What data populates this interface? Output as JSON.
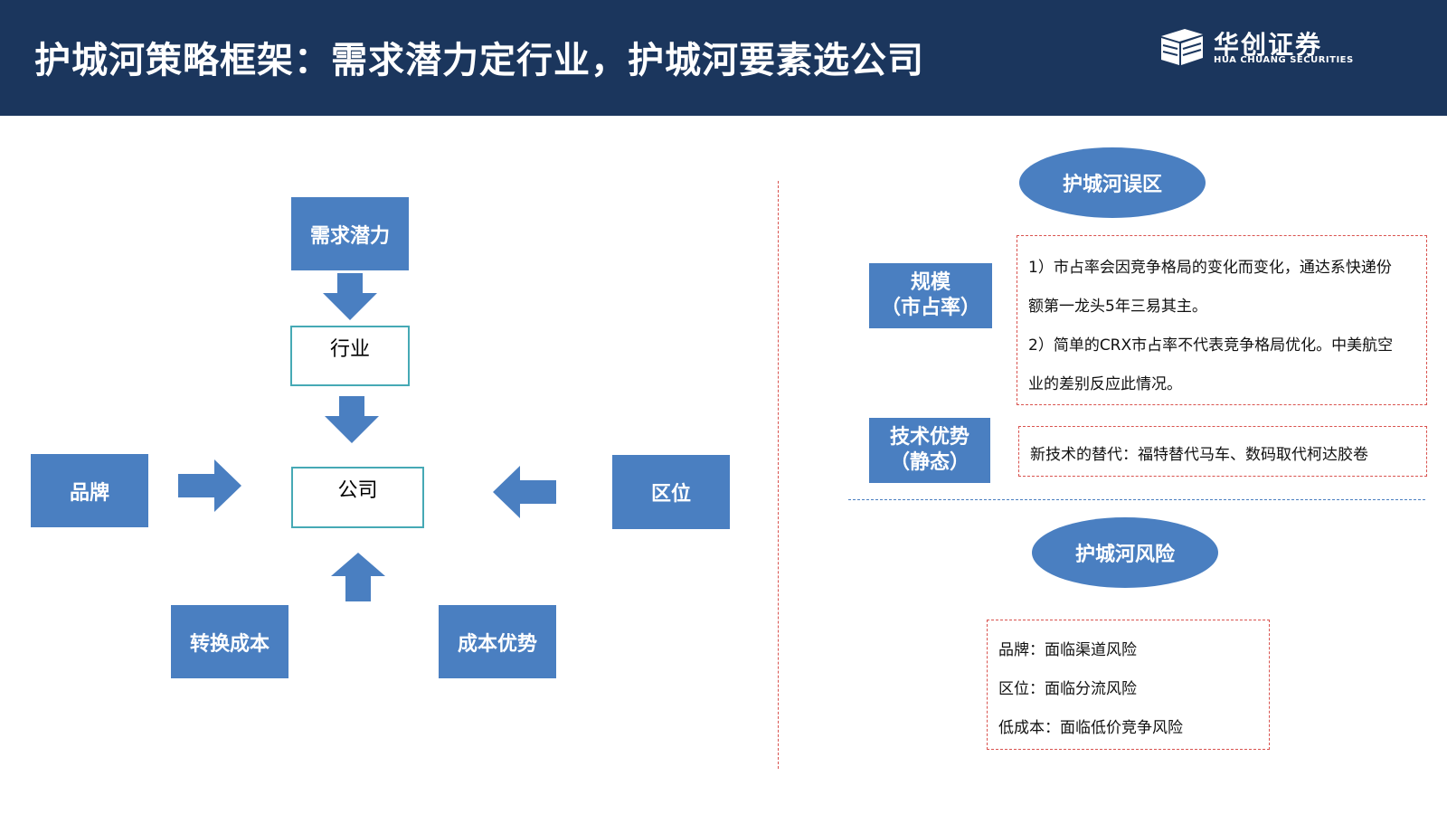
{
  "header": {
    "title": "护城河策略框架：需求潜力定行业，护城河要素选公司",
    "logo_cn": "华创证券",
    "logo_en": "HUA CHUANG SECURITIES",
    "background": "#1b365d"
  },
  "diagram": {
    "demand": "需求潜力",
    "industry": "行业",
    "company": "公司",
    "brand": "品牌",
    "location": "区位",
    "switching_cost": "转换成本",
    "cost_advantage": "成本优势"
  },
  "pitfalls": {
    "title": "护城河误区",
    "scale": {
      "line1": "规模",
      "line2": "（市占率）"
    },
    "scale_text": [
      "1）市占率会因竞争格局的变化而变化，通达系快递份",
      "额第一龙头5年三易其主。",
      "2）简单的CRX市占率不代表竞争格局优化。中美航空",
      "业的差别反应此情况。"
    ],
    "tech": {
      "line1": "技术优势",
      "line2": "（静态）"
    },
    "tech_text": "新技术的替代：福特替代马车、数码取代柯达胶卷"
  },
  "risks": {
    "title": "护城河风险",
    "items": [
      "品牌：面临渠道风险",
      "区位：面临分流风险",
      "低成本：面临低价竞争风险"
    ]
  },
  "colors": {
    "fill": "#4a7fc1",
    "outline": "#46a9b5",
    "red_dash": "#d9534f"
  }
}
